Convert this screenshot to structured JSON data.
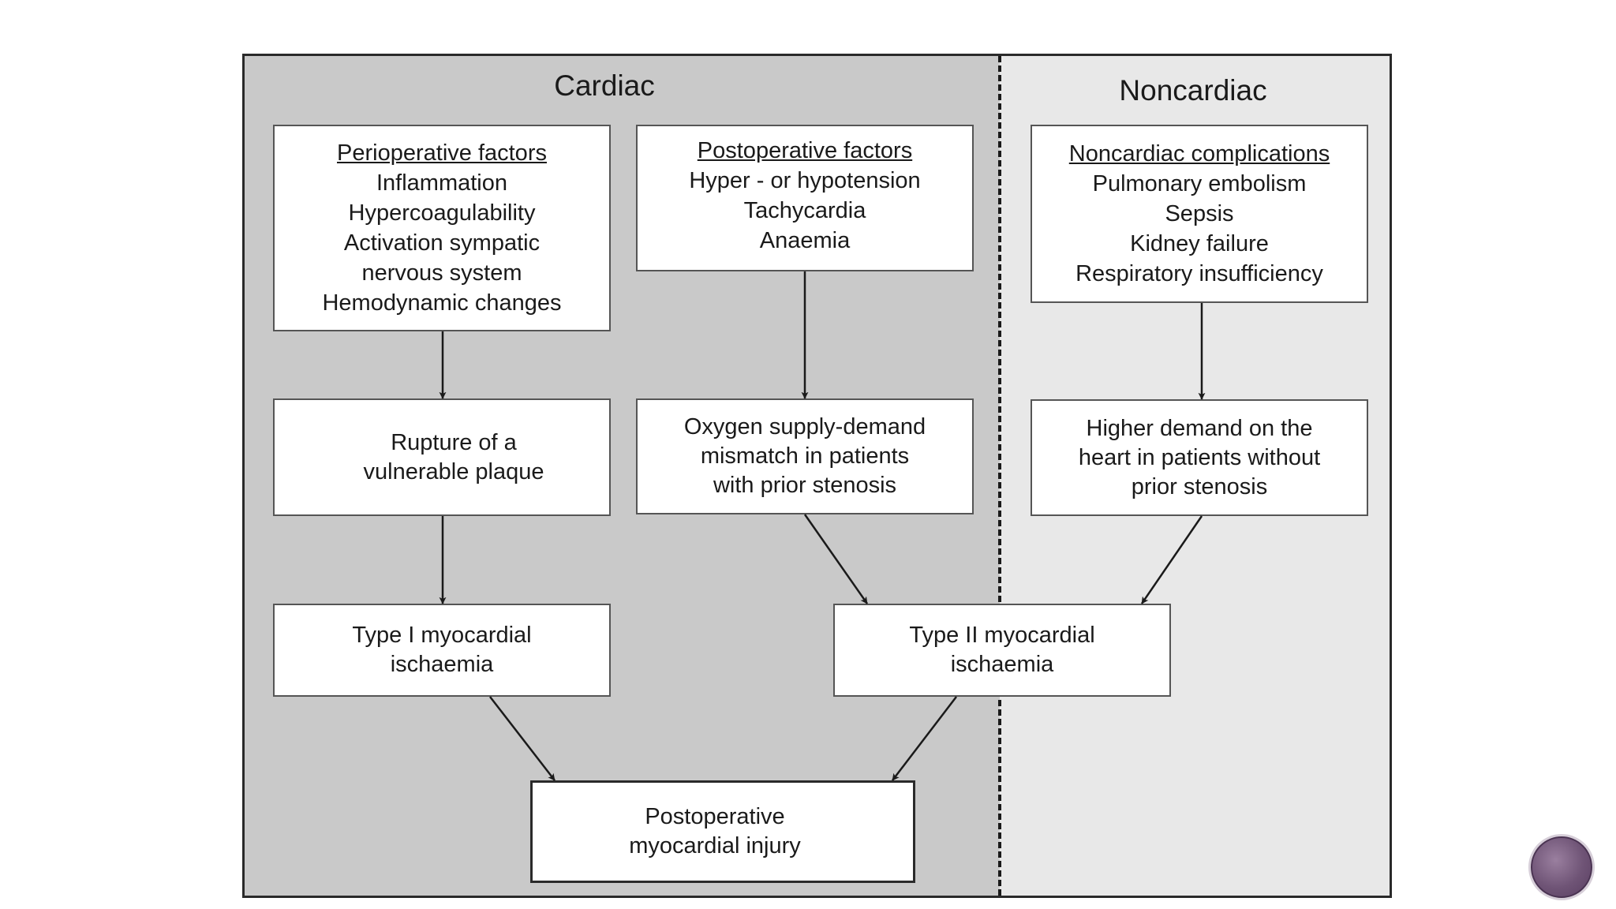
{
  "sections": {
    "cardiac": "Cardiac",
    "noncardiac": "Noncardiac"
  },
  "boxes": {
    "perioperative": {
      "heading": "Perioperative factors",
      "lines": [
        "Inflammation",
        "Hypercoagulability",
        "Activation sympatic",
        "nervous system",
        "Hemodynamic changes"
      ]
    },
    "postoperative": {
      "heading": "Postoperative factors",
      "lines": [
        "Hyper - or hypotension",
        "Tachycardia",
        "Anaemia"
      ]
    },
    "noncardiac_complications": {
      "heading": "Noncardiac complications",
      "lines": [
        "Pulmonary embolism",
        "Sepsis",
        "Kidney failure",
        "Respiratory insufficiency"
      ]
    },
    "plaque_rupture": {
      "lines": [
        "Rupture of a",
        "vulnerable plaque"
      ]
    },
    "supply_demand": {
      "lines": [
        "Oxygen supply-demand",
        "mismatch in patients",
        "with prior stenosis"
      ]
    },
    "higher_demand": {
      "lines": [
        "Higher demand on the",
        "heart in patients without",
        "prior stenosis"
      ]
    },
    "type1": {
      "lines": [
        "Type I myocardial",
        "ischaemia"
      ]
    },
    "type2": {
      "lines": [
        "Type II myocardial",
        "ischaemia"
      ]
    },
    "injury": {
      "lines": [
        "Postoperative",
        "myocardial injury"
      ]
    }
  },
  "colors": {
    "cardiac_bg": "#c9c9c9",
    "noncardiac_bg": "#e8e8e8",
    "box_bg": "#ffffff",
    "ink": "#1a1a1a"
  }
}
